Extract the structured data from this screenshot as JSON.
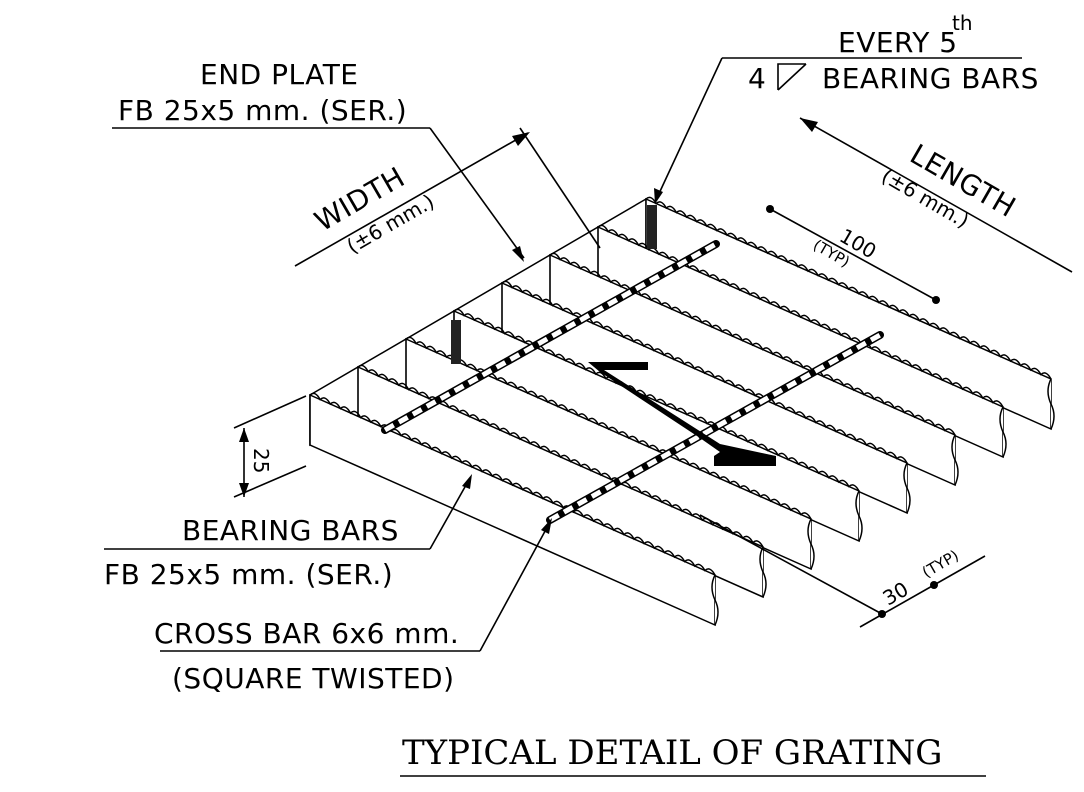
{
  "title": "TYPICAL DETAIL OF GRATING",
  "labels": {
    "end_plate": "END PLATE",
    "end_plate_spec": "FB 25x5 mm. (SER.)",
    "weld_note_every": "EVERY 5",
    "weld_note_sup": "th",
    "weld_size": "4",
    "weld_note_bars": "BEARING BARS",
    "width": "WIDTH",
    "width_tol": "(±6 mm.)",
    "length": "LENGTH",
    "length_tol": "(±6 mm.)",
    "spacing_100": "100",
    "spacing_100_typ": "(TYP)",
    "height_25": "25",
    "spacing_30": "30",
    "spacing_30_typ": "(TYP)",
    "bearing_bars": "BEARING BARS",
    "bearing_bars_spec": "FB 25x5 mm. (SER.)",
    "cross_bar": "CROSS BAR 6x6 mm.",
    "cross_bar_spec": "(SQUARE TWISTED)"
  },
  "colors": {
    "ink": "#000000",
    "paper": "#ffffff"
  }
}
